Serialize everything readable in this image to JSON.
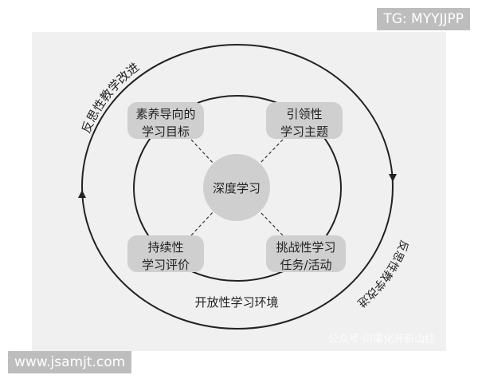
{
  "center": "深度学习",
  "boxes": {
    "goal": [
      "素养导向的",
      "学习目标"
    ],
    "theme": [
      "引领性",
      "学习主题"
    ],
    "eval": [
      "持续性",
      "学习评价"
    ],
    "task": [
      "挑战性学习",
      "任务/活动"
    ]
  },
  "environment": "开放性学习环境",
  "outer_label_left": "反思性教学改进",
  "outer_label_right": "反思性教学改进",
  "tag_top": "TG: MYYJJPP",
  "tag_bottom": "www.jsamjt.com",
  "watermark": "公众号·问渠化开新山红"
}
